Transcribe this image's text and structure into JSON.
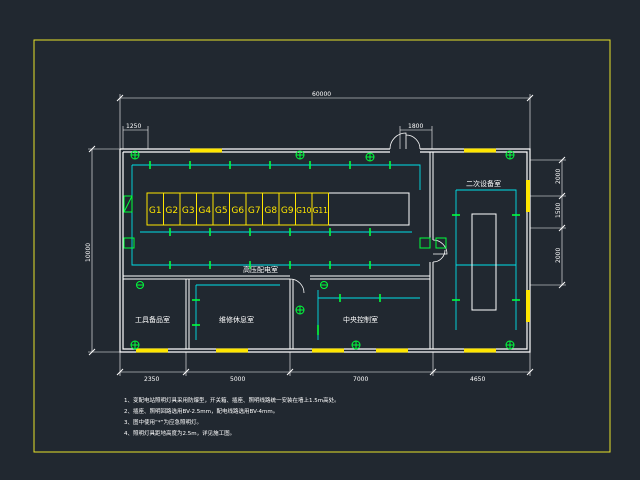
{
  "colors": {
    "background": "#212830",
    "frame": "#e8e22a",
    "wall": "#ffffff",
    "dimension": "#ffffff",
    "cable_tray": "#00e0e8",
    "fixture": "#00ff3c",
    "equipment": "#ffe600"
  },
  "rooms": {
    "hv_room": "高压配电室",
    "secondary_room": "二次设备室",
    "tool_room": "工具备品室",
    "maintenance_room": "维修休息室",
    "control_room": "中央控制室"
  },
  "switchgear": [
    "G1",
    "G2",
    "G3",
    "G4",
    "G5",
    "G6",
    "G7",
    "G8",
    "G9",
    "G10",
    "G11"
  ],
  "dimensions": {
    "overall_width": "60000",
    "door_left": "1250",
    "door_right": "1800",
    "overall_height": "10000",
    "bottom_1": "2350",
    "bottom_2": "5000",
    "bottom_3": "7000",
    "bottom_4": "4650",
    "right_1": "2000",
    "right_2": "1500",
    "right_3": "2000"
  },
  "notes": [
    "1、变配电站照明灯具采用防爆型，开关箱、插座、照明线路统一安装在墙上1.5m高处。",
    "2、插座、照明回路选用BV-2.5mm，配电线路选用BV-4mm。",
    "3、图中使用“*”为应急照明灯。",
    "4、照明灯具距地高度为2.5m，详见施工图。"
  ]
}
